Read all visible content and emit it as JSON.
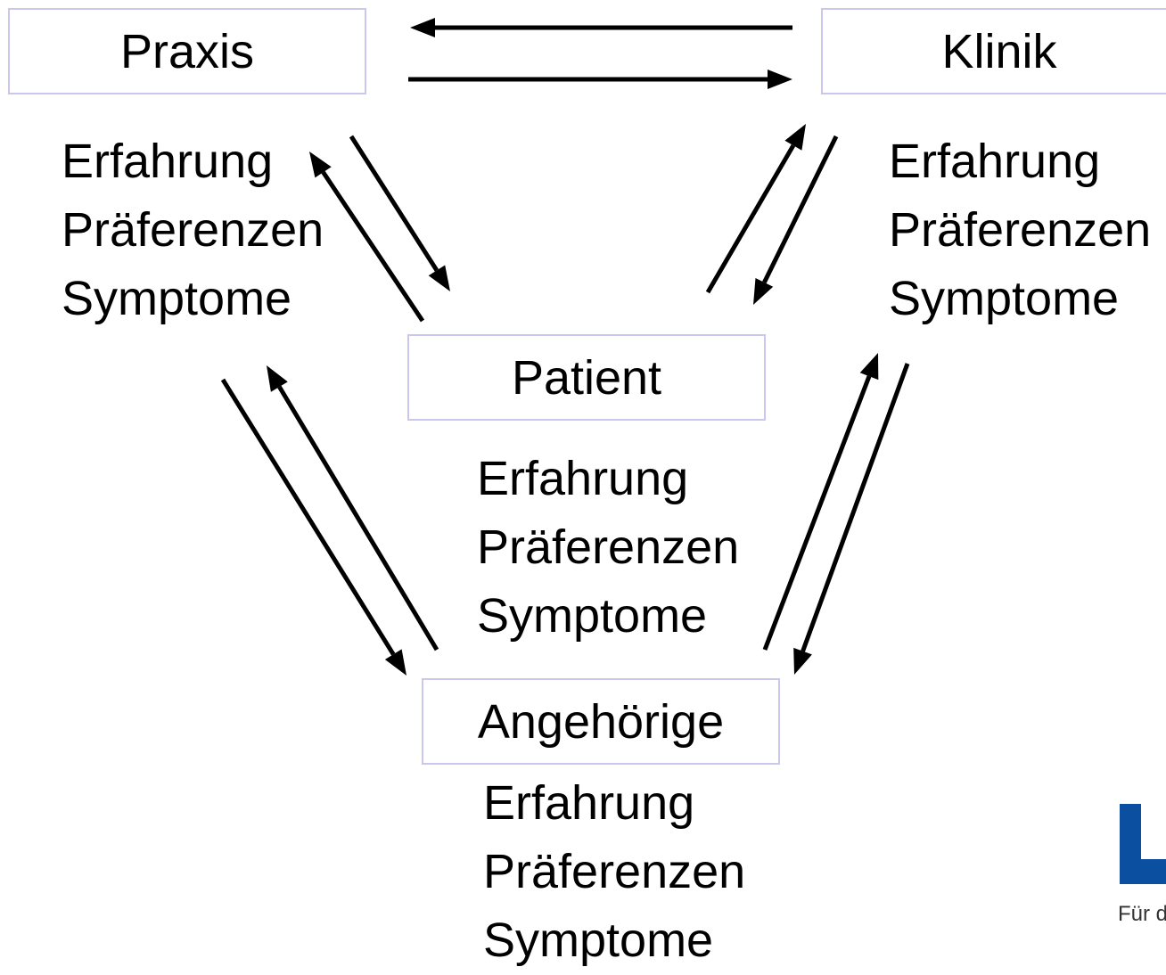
{
  "nodes": {
    "praxis": {
      "label": "Praxis",
      "attributes": [
        "Erfahrung",
        "Präferenzen",
        "Symptome"
      ]
    },
    "klinik": {
      "label": "Klinik",
      "attributes": [
        "Erfahrung",
        "Präferenzen",
        "Symptome"
      ]
    },
    "patient": {
      "label": "Patient",
      "attributes": [
        "Erfahrung",
        "Präferenzen",
        "Symptome"
      ]
    },
    "angehoerige": {
      "label": "Angehörige",
      "attributes": [
        "Erfahrung",
        "Präferenzen",
        "Symptome"
      ]
    }
  },
  "edges": [
    {
      "from": "klinik",
      "to": "praxis"
    },
    {
      "from": "praxis",
      "to": "klinik"
    },
    {
      "from": "patient",
      "to": "praxis"
    },
    {
      "from": "praxis",
      "to": "patient"
    },
    {
      "from": "patient",
      "to": "klinik"
    },
    {
      "from": "klinik",
      "to": "patient"
    },
    {
      "from": "praxis",
      "to": "angehoerige"
    },
    {
      "from": "angehoerige",
      "to": "praxis"
    },
    {
      "from": "angehoerige",
      "to": "klinik"
    },
    {
      "from": "klinik",
      "to": "angehoerige"
    }
  ],
  "logo": {
    "caption": "Für d",
    "color": "#0a4fa0"
  },
  "colors": {
    "box_border": "#c8c8ee",
    "arrow": "#000000"
  }
}
